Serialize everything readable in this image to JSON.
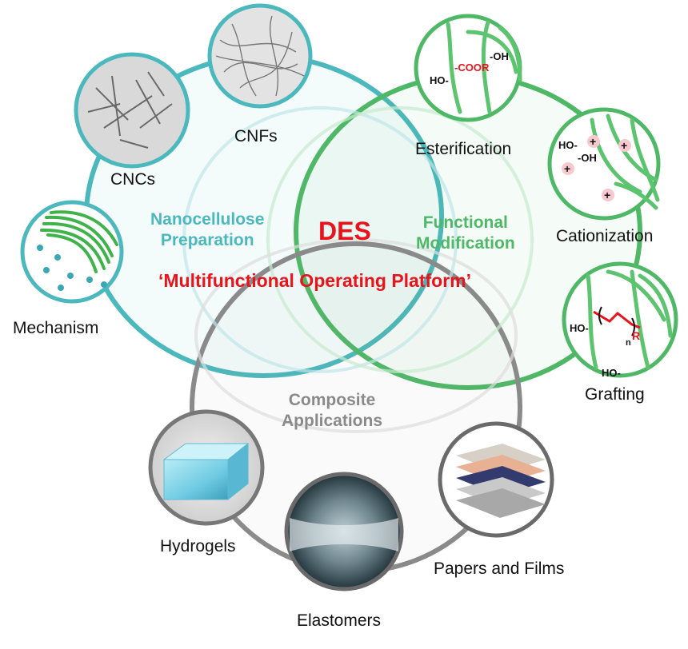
{
  "center": {
    "label": "DES",
    "subtitle": "‘Multifunctional Operating Platform’"
  },
  "rings": {
    "preparation": {
      "line1": "Nanocellulose",
      "line2": "Preparation"
    },
    "modification": {
      "line1": "Functional",
      "line2": "Modification"
    },
    "applications": {
      "line1": "Composite",
      "line2": "Applications"
    }
  },
  "nodes": {
    "mechanism": "Mechanism",
    "cncs": "CNCs",
    "cnfs": "CNFs",
    "esterification": "Esterification",
    "cationization": "Cationization",
    "grafting": "Grafting",
    "hydrogels": "Hydrogels",
    "elastomers": "Elastomers",
    "papers_films": "Papers and Films"
  },
  "chem": {
    "oh": "-OH",
    "ho": "HO-",
    "coor": "-COOR",
    "plus": "+",
    "r": "R",
    "n": "n"
  },
  "colors": {
    "preparation": "#4bb8bd",
    "modification": "#4fb866",
    "applications": "#8a8a8a",
    "accent_red": "#e8131b",
    "fiber_green": "#5cc46f"
  }
}
